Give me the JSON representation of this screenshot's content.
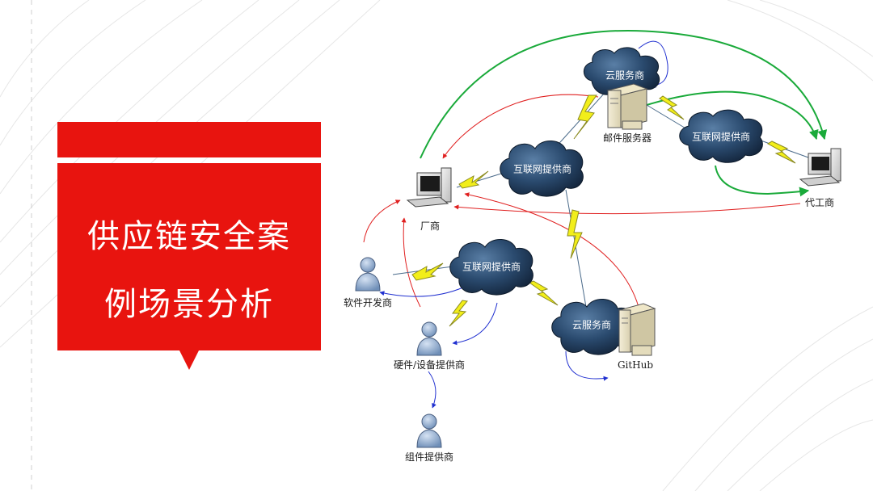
{
  "slide": {
    "title_line1": "供应链安全案",
    "title_line2": "例场景分析"
  },
  "diagram": {
    "nodes": {
      "cloud_service_top": "云服务商",
      "mail_server": "邮件服务器",
      "isp_right": "互联网提供商",
      "isp_center": "互联网提供商",
      "isp_lower": "互联网提供商",
      "cloud_service_bottom": "云服务商",
      "vendor": "厂商",
      "contract_manufacturer": "代工商",
      "software_developer": "软件开发商",
      "hardware_supplier": "硬件/设备提供商",
      "component_supplier": "组件提供商",
      "github": "GitHub"
    },
    "colors": {
      "title_red": "#e8140f",
      "cloud_dark": "#1d3a5a",
      "red_arrow": "#e02020",
      "green_arrow": "#1aaa3a",
      "blue_arrow": "#2030d0",
      "lightning": "#f2ee1a"
    }
  }
}
